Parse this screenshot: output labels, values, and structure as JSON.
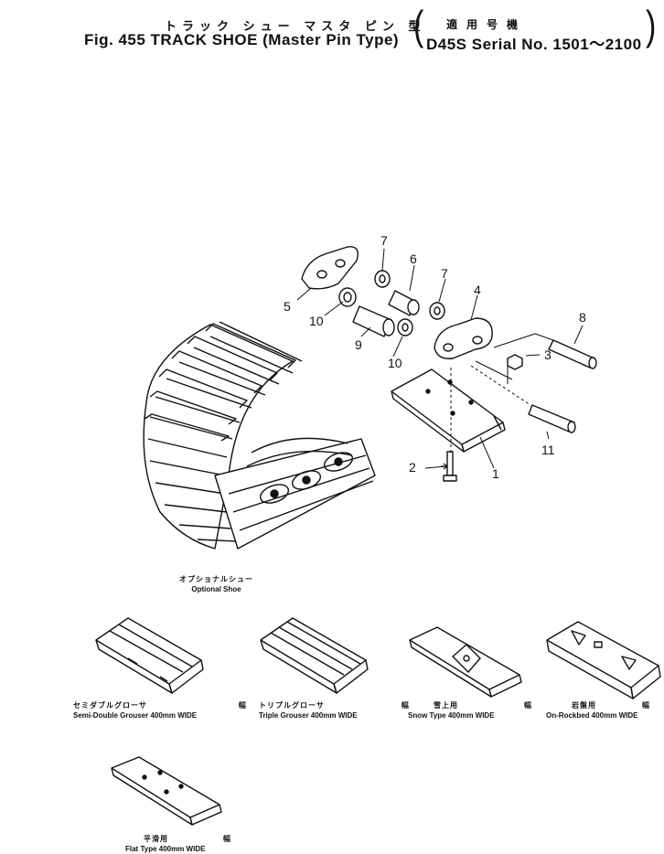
{
  "header": {
    "title_jp": "トラック シュー マスタ ピン 型",
    "title_en": "Fig. 455  TRACK SHOE (Master Pin Type)",
    "serial_jp": "適用号機",
    "serial_en": "D45S Serial No. 1501～2100"
  },
  "callouts": [
    "7",
    "6",
    "7",
    "4",
    "8",
    "5",
    "10",
    "9",
    "10",
    "3",
    "11",
    "2",
    "1"
  ],
  "optional": {
    "jp": "オプショナルシュー",
    "en": "Optional Shoe"
  },
  "shoes": [
    {
      "jp": "セミダブルグローサ",
      "width_jp": "幅",
      "en": "Semi-Double Grouser 400mm WIDE"
    },
    {
      "jp": "トリプルグローサ",
      "width_jp": "幅",
      "en": "Triple Grouser 400mm WIDE"
    },
    {
      "jp": "雪上用",
      "width_jp": "幅",
      "en": "Snow Type 400mm WIDE"
    },
    {
      "jp": "岩盤用",
      "width_jp": "幅",
      "en": "On-Rockbed 400mm WIDE"
    },
    {
      "jp": "平滑用",
      "width_jp": "幅",
      "en": "Flat Type 400mm WIDE"
    }
  ]
}
